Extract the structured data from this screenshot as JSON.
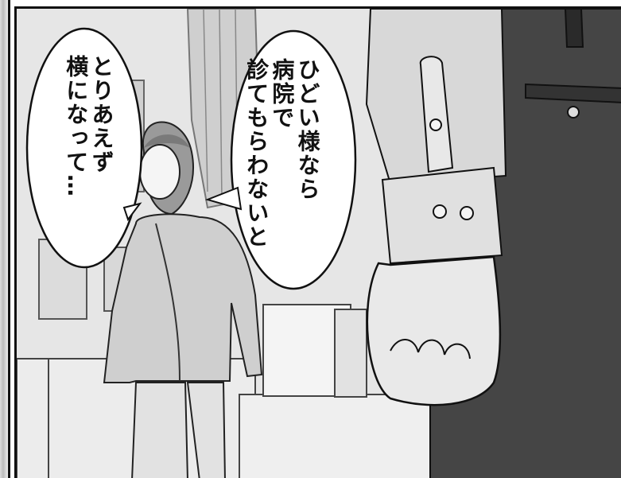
{
  "speech_bubbles": [
    {
      "id": "left",
      "lines": [
        "とりあえず",
        "横になって…"
      ]
    },
    {
      "id": "right",
      "lines": [
        "ひどい様なら",
        "病院で",
        "診てもらわないと"
      ]
    }
  ]
}
